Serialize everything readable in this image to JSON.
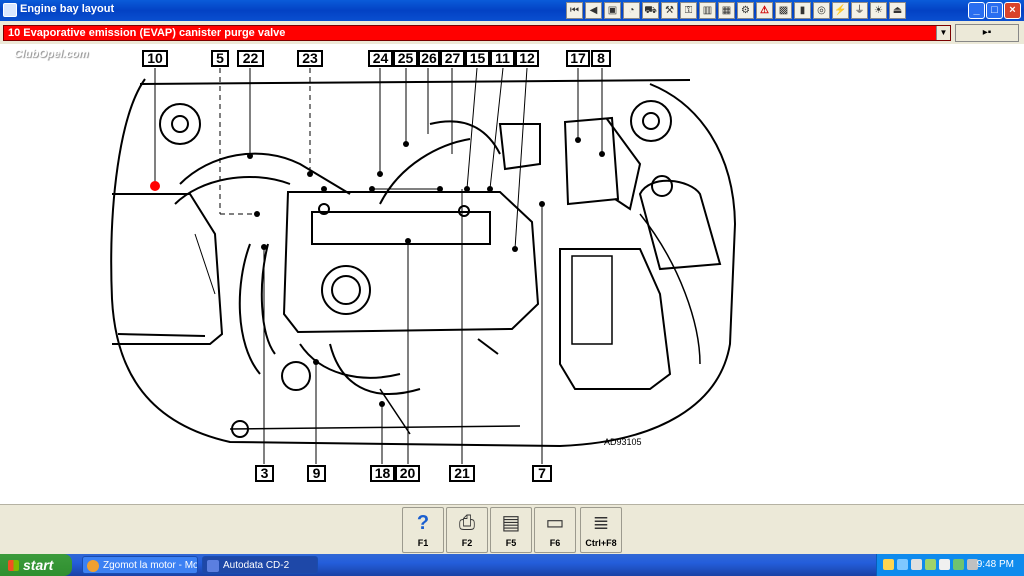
{
  "window": {
    "title": "Engine bay layout",
    "toolbar_icons": [
      "first-icon",
      "prev-icon",
      "image-icon",
      "gauge-icon",
      "car-icon",
      "wrench-icon",
      "key-icon",
      "book-icon",
      "chart-icon",
      "gear-icon",
      "warning-icon",
      "engine-icon",
      "battery-icon",
      "belt-icon",
      "spark-icon",
      "plug-icon",
      "light-icon",
      "exit-icon"
    ],
    "controls": [
      "_",
      "□",
      "×"
    ]
  },
  "selection": {
    "text": "10  Evaporative emission (EVAP) canister purge valve",
    "dropdown_glyph": "▼"
  },
  "export_button": {
    "glyph": "▸▪"
  },
  "diagram": {
    "watermark": "ClubOpel.com",
    "reference": "AD93105",
    "top_labels": [
      "10",
      "5",
      "22",
      "23",
      "24",
      "25",
      "26",
      "27",
      "15",
      "11",
      "12",
      "17",
      "8"
    ],
    "bottom_labels": [
      "3",
      "9",
      "18",
      "20",
      "21",
      "7"
    ],
    "highlight_color": "#ff0000"
  },
  "function_keys": [
    {
      "label": "F1",
      "icon": "help-icon",
      "glyph": "?"
    },
    {
      "label": "F2",
      "icon": "print-setup-icon",
      "glyph": "⎙"
    },
    {
      "label": "F5",
      "icon": "page-icon",
      "glyph": "▤"
    },
    {
      "label": "F6",
      "icon": "printer-icon",
      "glyph": "▭"
    },
    {
      "label": "Ctrl+F8",
      "icon": "list-icon",
      "glyph": "≣"
    }
  ],
  "taskbar": {
    "start_label": "start",
    "tasks": [
      "Zgomot la motor - Mo...",
      "Autodata CD-2"
    ],
    "clock": "9:48 PM"
  }
}
